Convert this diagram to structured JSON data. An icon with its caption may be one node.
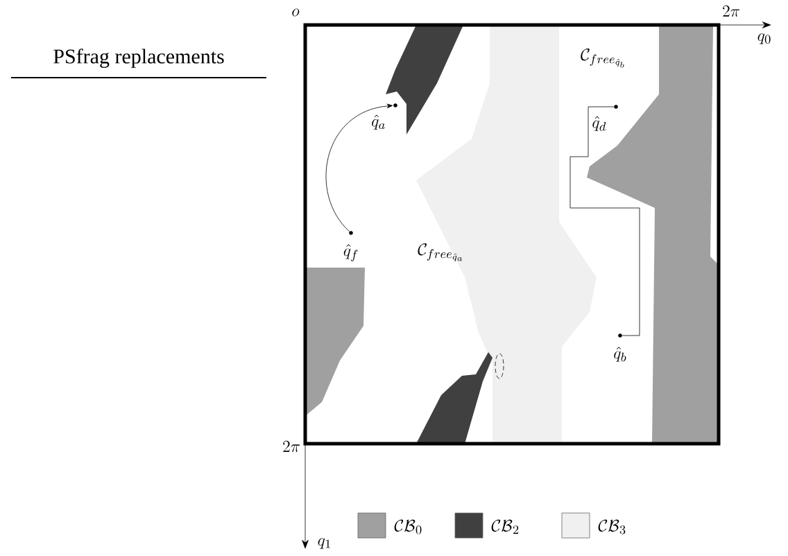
{
  "diagram": {
    "nodes": [
      {
        "text": [
          "\\hat{q}_a"
        ]
      },
      {
        "text": [
          "\\hat{q}_f"
        ]
      },
      {
        "text": [
          "\\hat{q}_d"
        ]
      },
      {
        "text": [
          "\\hat{q}_b"
        ]
      }
    ],
    "edges": [
      {
        "from": 1,
        "to": 0,
        "arrow": "to"
      },
      {
        "from": 2,
        "to": 3,
        "arrow": "none"
      }
    ],
    "labels": [
      "PSfrag replacements",
      "o",
      "2\\pi",
      "q_0",
      "\\mathcal{C}_{free_{\\hat{q}_b}}",
      "\\mathcal{C}_{free_{\\hat{q}_a}}",
      "2\\pi",
      "q_1"
    ],
    "legend": [
      {
        "text": "\\mathcal{CB}_0",
        "color": "#a0a0a0"
      },
      {
        "text": "\\mathcal{CB}_2",
        "color": "#404040"
      },
      {
        "text": "\\mathcal{CB}_3",
        "color": "#f0f0f0"
      }
    ]
  }
}
